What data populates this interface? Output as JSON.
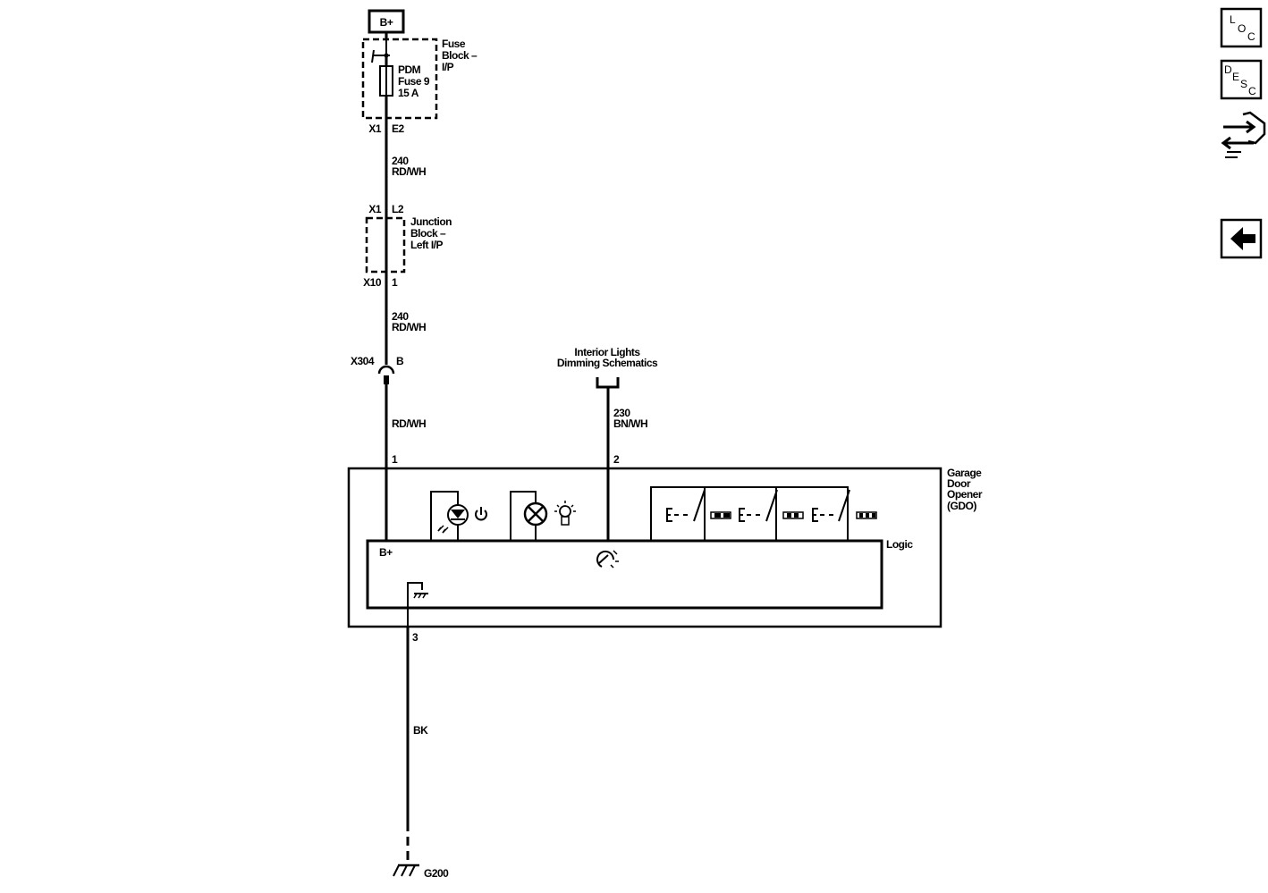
{
  "power": {
    "source_label": "B+"
  },
  "fuse_block": {
    "name_line1": "Fuse",
    "name_line2": "Block –",
    "name_line3": "I/P",
    "fuse_line1": "PDM",
    "fuse_line2": "Fuse 9",
    "fuse_line3": "15 A",
    "connector": "X1",
    "pin": "E2"
  },
  "wire_240_a": {
    "circuit": "240",
    "color": "RD/WH"
  },
  "junction_block": {
    "top_connector": "X1",
    "top_pin": "L2",
    "name_line1": "Junction",
    "name_line2": "Block –",
    "name_line3": "Left I/P",
    "bottom_connector": "X10",
    "bottom_pin": "1"
  },
  "wire_240_b": {
    "circuit": "240",
    "color": "RD/WH"
  },
  "inline_connector": {
    "name": "X304",
    "pin": "B"
  },
  "wire_rdwh": {
    "color": "RD/WH",
    "pin": "1"
  },
  "dimming": {
    "ref_line1": "Interior Lights",
    "ref_line2": "Dimming Schematics",
    "circuit": "230",
    "color": "BN/WH",
    "pin": "2"
  },
  "gdo": {
    "name_line1": "Garage",
    "name_line2": "Door",
    "name_line3": "Opener",
    "name_line4": "(GDO)",
    "logic_label": "Logic",
    "bplus_label": "B+"
  },
  "ground": {
    "pin": "3",
    "color": "BK",
    "name": "G200"
  },
  "nav": {
    "loc": {
      "l1": "L",
      "l2": "O",
      "l3": "C"
    },
    "desc": {
      "l1": "D",
      "l2": "E",
      "l3": "S",
      "l4": "C"
    }
  }
}
